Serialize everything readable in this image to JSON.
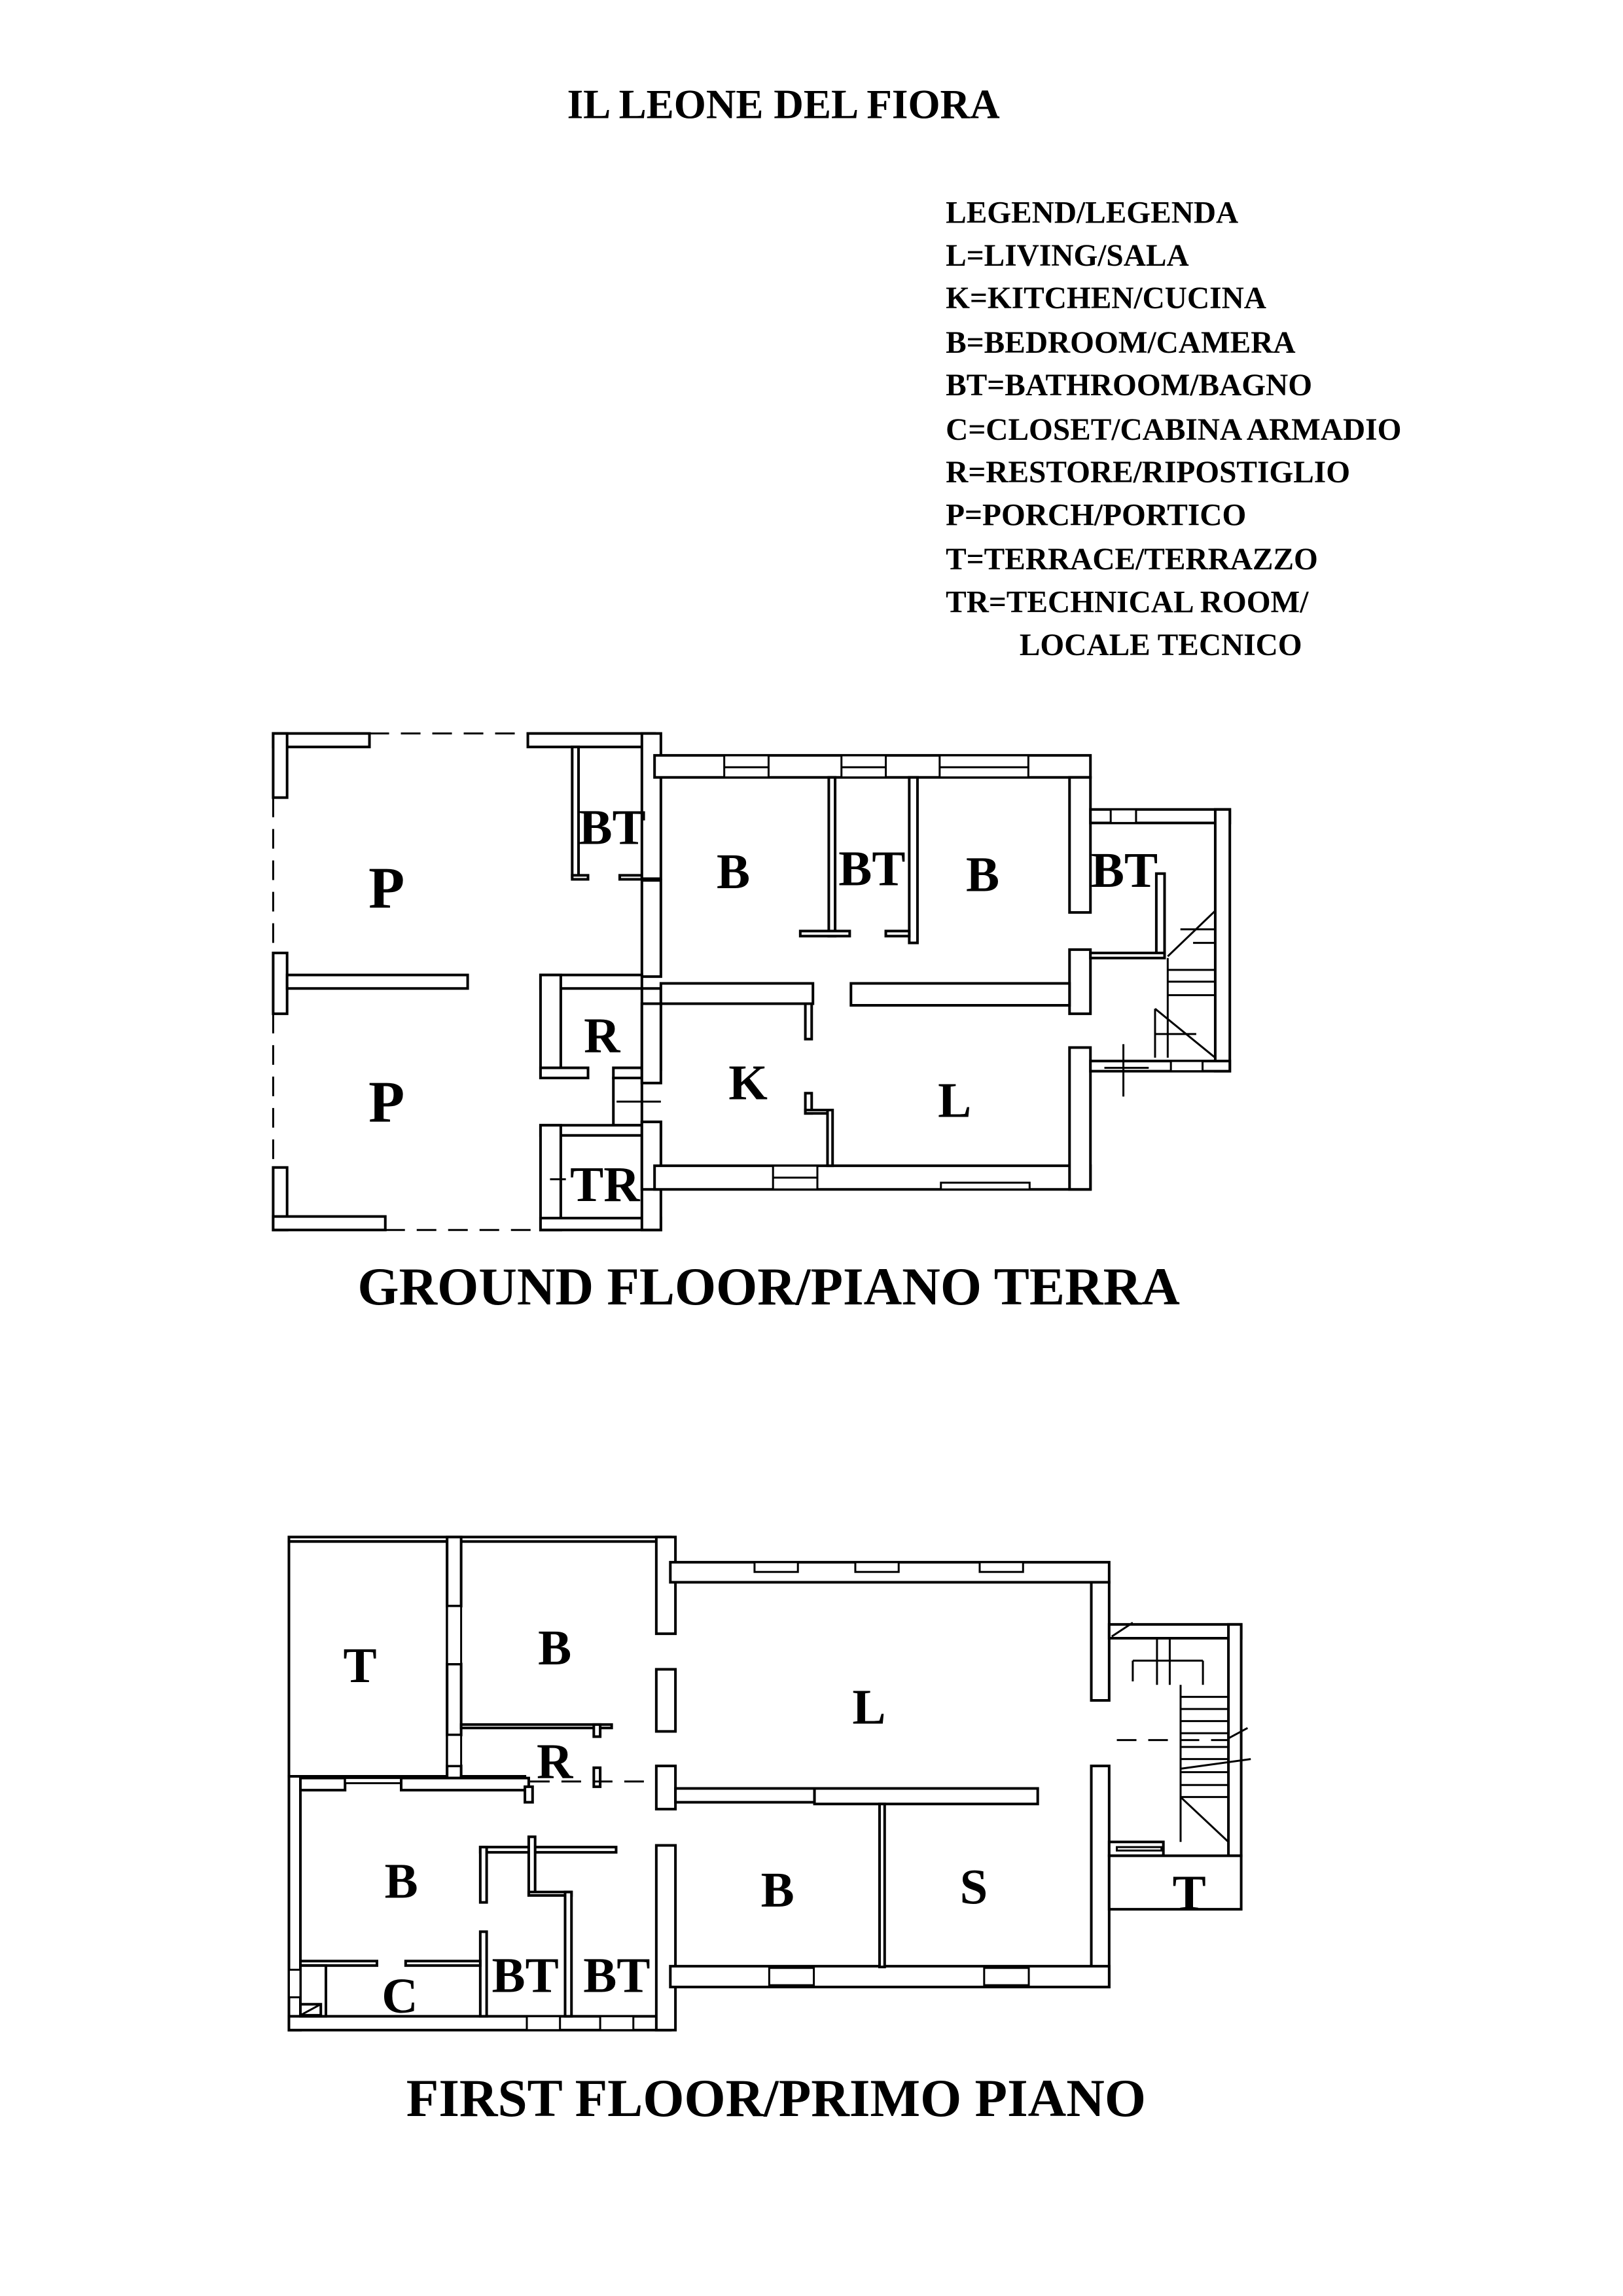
{
  "title": "IL LEONE DEL FIORA",
  "legend": {
    "heading": "LEGEND/LEGENDA",
    "items": [
      "L=LIVING/SALA",
      "K=KITCHEN/CUCINA",
      "B=BEDROOM/CAMERA",
      "BT=BATHROOM/BAGNO",
      "C=CLOSET/CABINA ARMADIO",
      "R=RESTORE/RIPOSTIGLIO",
      "P=PORCH/PORTICO",
      "T=TERRACE/TERRAZZO",
      "TR=TECHNICAL ROOM/",
      "LOCALE TECNICO"
    ]
  },
  "ground_floor": {
    "caption": "GROUND FLOOR/PIANO TERRA",
    "rooms": [
      "P",
      "BT",
      "B",
      "BT",
      "B",
      "BT",
      "R",
      "P",
      "K",
      "L",
      "TR"
    ]
  },
  "first_floor": {
    "caption": "FIRST FLOOR/PRIMO PIANO",
    "rooms": [
      "T",
      "B",
      "L",
      "R",
      "B",
      "B",
      "S",
      "T",
      "BT",
      "BT",
      "C"
    ]
  }
}
